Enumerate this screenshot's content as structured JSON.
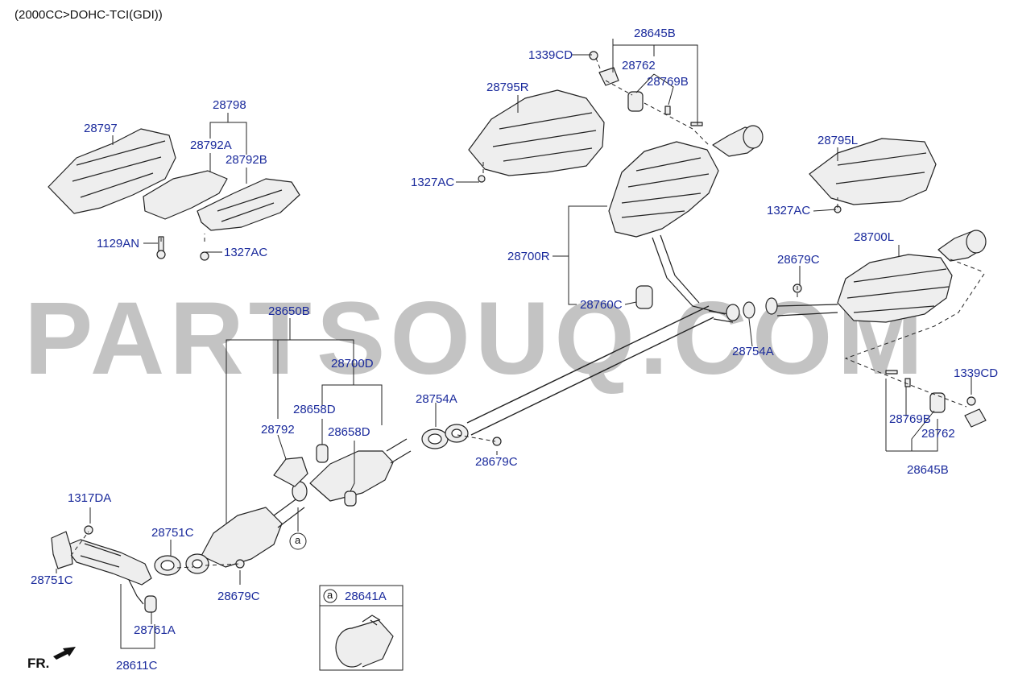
{
  "header": {
    "engine": "(2000CC>DOHC-TCI(GDI))"
  },
  "watermark": {
    "text": "PARTSOUQ.COM",
    "color": "#bdbdbd"
  },
  "orientation": {
    "text": "FR."
  },
  "colors": {
    "label": "#1a2a9c",
    "line": "#222222",
    "part_fill": "#eeeeee"
  },
  "callouts": {
    "c2000": "28645B",
    "c2001": "1339CD",
    "c2002": "28762",
    "c2003": "28769B",
    "c2004": "28795R",
    "c2005": "1327AC",
    "c2006": "28795L",
    "c2007": "1327AC",
    "c2008": "28798",
    "c2009": "28797",
    "c2010": "28792A",
    "c2011": "28792B",
    "c2012": "1129AN",
    "c2013": "1327AC",
    "c2014": "28700R",
    "c2015": "28679C",
    "c2016": "28700L",
    "c2017": "28760C",
    "c2018": "28754A",
    "c2019": "28650B",
    "c2020": "28700D",
    "c2021": "28754A",
    "c2022": "28658D",
    "c2023": "28792",
    "c2024": "28658D",
    "c2025": "28679C",
    "c2026": "1339CD",
    "c2027": "28769B",
    "c2028": "28762",
    "c2029": "28645B",
    "c2030": "1317DA",
    "c2031": "28751C",
    "c2032": "28751C",
    "c2033": "28679C",
    "c2034": "28761A",
    "c2035": "28611C"
  },
  "ref_markers": {
    "main": "a",
    "inset": "a"
  },
  "inset": {
    "part_no": "28641A"
  }
}
